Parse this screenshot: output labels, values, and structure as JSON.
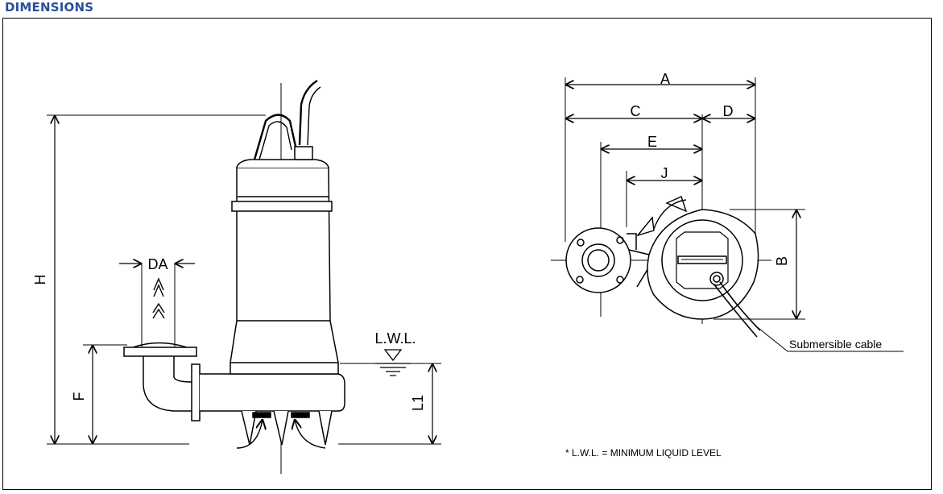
{
  "title": "DIMENSIONS",
  "labels": {
    "H": "H",
    "DA": "DA",
    "F": "F",
    "LWL": "L.W.L.",
    "L1": "L1",
    "A": "A",
    "C": "C",
    "D": "D",
    "E": "E",
    "J": "J",
    "B": "B",
    "cable": "Submersible cable"
  },
  "footnote": "* L.W.L. = MINIMUM LIQUID LEVEL"
}
